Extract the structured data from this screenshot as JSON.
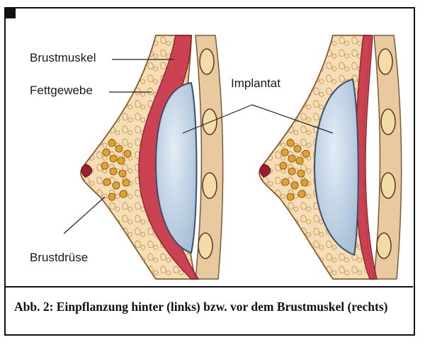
{
  "labels": {
    "muscle": "Brustmuskel",
    "fat": "Fettgewebe",
    "implant": "Implantat",
    "gland": "Brustdrüse"
  },
  "caption": "Abb. 2: Einpflanzung hinter (links) bzw. vor dem Brustmuskel (rechts)",
  "colors": {
    "skin": "#f2d3a8",
    "fat": "#f5ddb6",
    "muscle": "#c8374a",
    "implant": "#c9d8e8",
    "gland": "#e0a22c",
    "nipple": "#9c1f2c"
  }
}
